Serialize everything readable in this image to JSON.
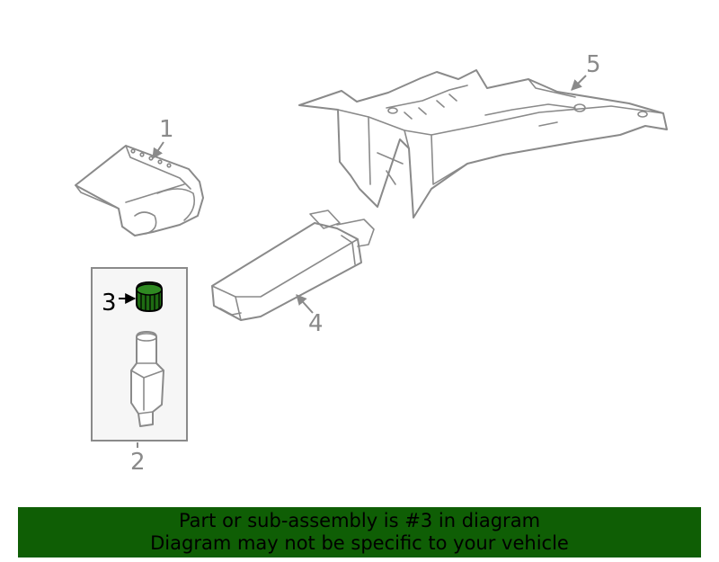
{
  "diagram": {
    "callouts": {
      "p1": "1",
      "p2": "2",
      "p3": "3",
      "p4": "4",
      "p5": "5"
    },
    "colors": {
      "highlight": "#1e6b12",
      "line": "#8a8a8a",
      "banner": "#0f5e05"
    }
  },
  "banner": {
    "line1": "Part or sub-assembly is #3 in diagram",
    "line2": "Diagram may not be specific to your vehicle"
  }
}
